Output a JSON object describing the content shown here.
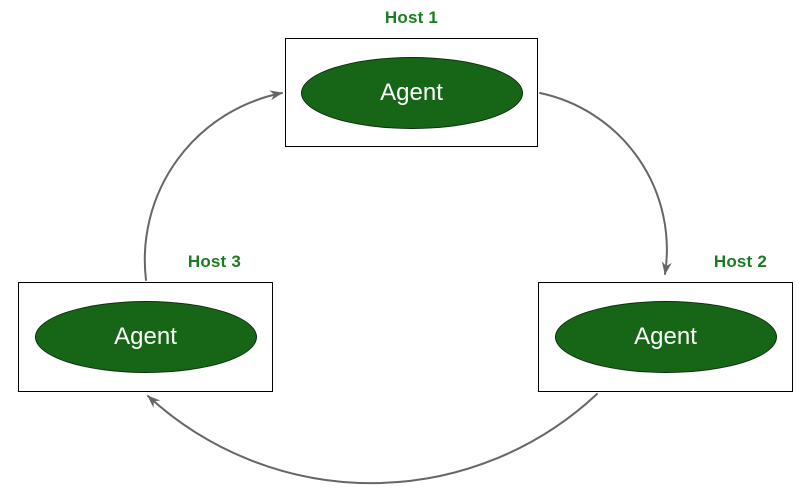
{
  "diagram": {
    "hosts": [
      {
        "id": "host-1",
        "label": "Host 1",
        "agent_label": "Agent"
      },
      {
        "id": "host-2",
        "label": "Host 2",
        "agent_label": "Agent"
      },
      {
        "id": "host-3",
        "label": "Host 3",
        "agent_label": "Agent"
      }
    ],
    "arrows": [
      {
        "from": "Host 1",
        "to": "Host 2"
      },
      {
        "from": "Host 2",
        "to": "Host 3"
      },
      {
        "from": "Host 3",
        "to": "Host 1"
      }
    ],
    "colors": {
      "background": "#ffffff",
      "agent_fill": "#176617",
      "agent_text": "#ffffff",
      "host_label": "#1b7d21",
      "box_border": "#000000",
      "arrow": "#666666"
    }
  }
}
